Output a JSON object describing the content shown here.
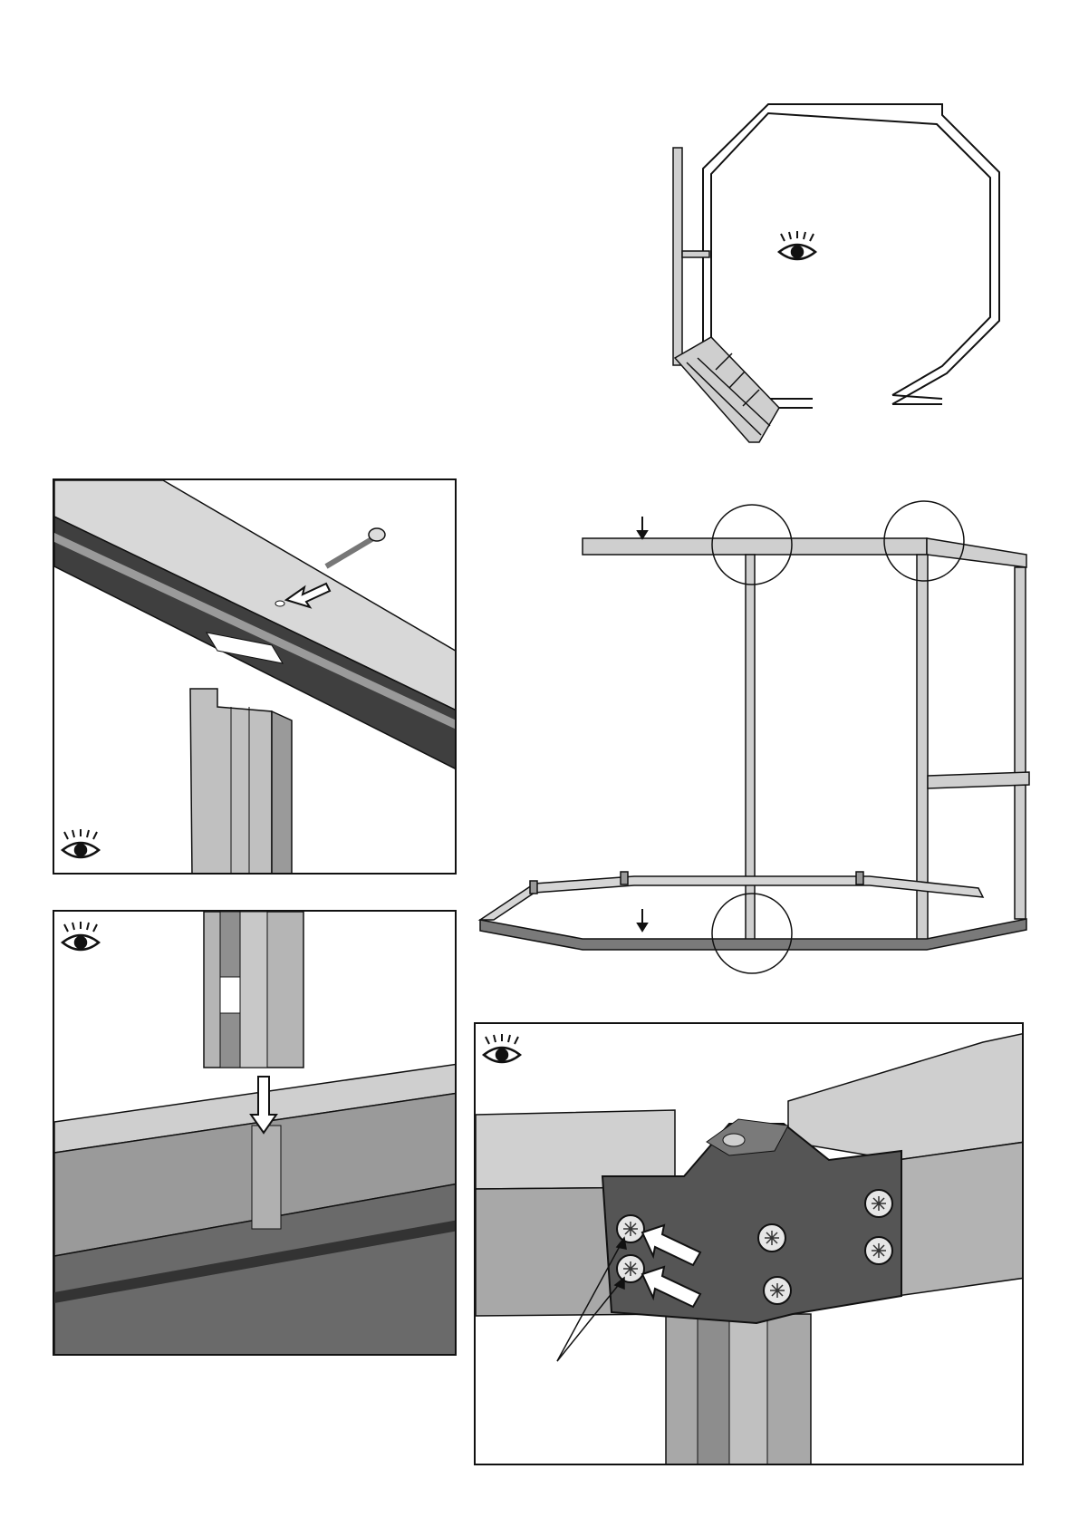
{
  "page": {
    "background": "#ffffff",
    "line_color": "#111111",
    "dark_fill": "#444444",
    "mid_fill": "#8a8a8a",
    "light_fill": "#d2d2d2"
  },
  "figures": [
    {
      "name": "top-view-octagon-frame",
      "icons": [
        "eye-icon"
      ]
    },
    {
      "name": "detail-screw-into-beam",
      "icons": [
        "eye-icon",
        "arrow-icon",
        "screw-icon"
      ]
    },
    {
      "name": "frame-perspective-with-callouts",
      "icons": [
        "down-arrow-icon",
        "callout-circle"
      ]
    },
    {
      "name": "detail-post-slot",
      "icons": [
        "eye-icon",
        "down-arrow-icon"
      ]
    },
    {
      "name": "detail-corner-bracket-screws",
      "icons": [
        "eye-icon",
        "arrow-icon",
        "screw-head-icon"
      ]
    }
  ],
  "footer": {
    "page_number": ""
  }
}
